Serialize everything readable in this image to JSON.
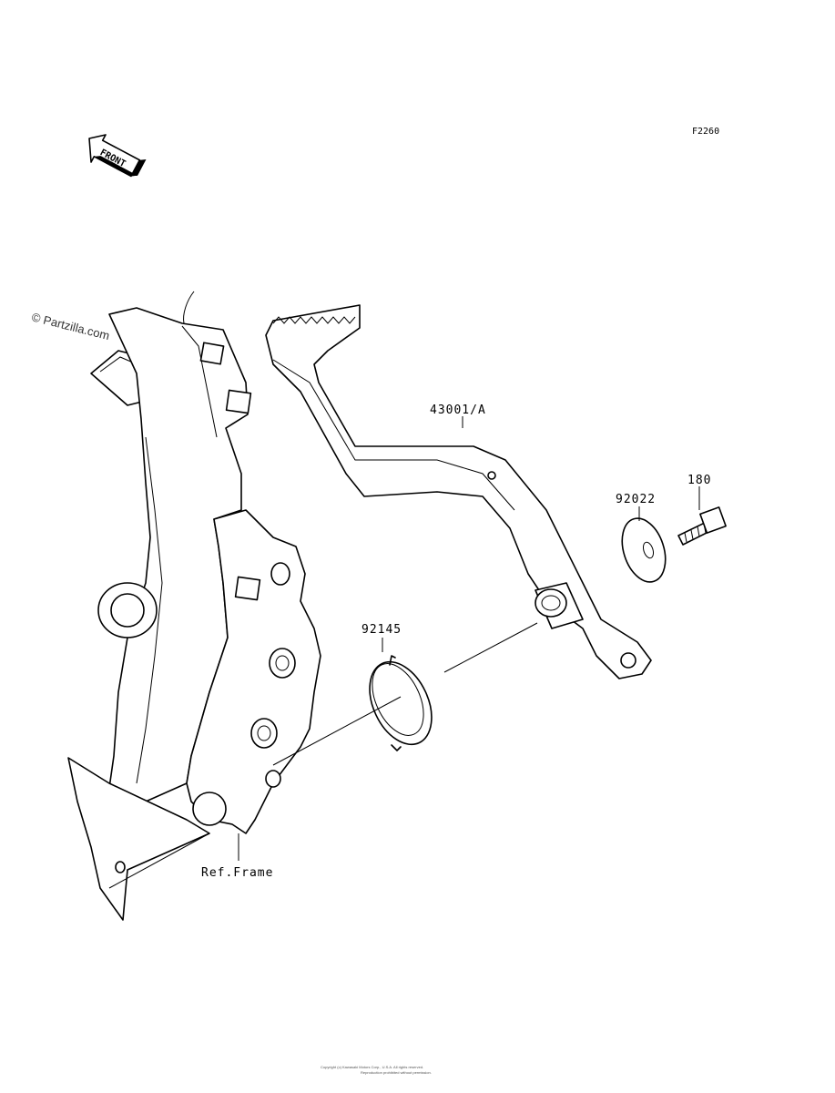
{
  "diagram": {
    "figure_code": "F2260",
    "front_marker": "FRONT",
    "watermark": "© Partzilla.com",
    "parts": [
      {
        "id": "brake-pedal",
        "label": "43001/A"
      },
      {
        "id": "washer",
        "label": "92022"
      },
      {
        "id": "bolt",
        "label": "180"
      },
      {
        "id": "spring",
        "label": "92145"
      },
      {
        "id": "frame",
        "label": "Ref.Frame"
      }
    ],
    "footer_line1": "Copyright (c) Kawasaki Motors Corp., U.S.A. All rights reserved.",
    "footer_line2": "Reproduction prohibited without permission."
  }
}
